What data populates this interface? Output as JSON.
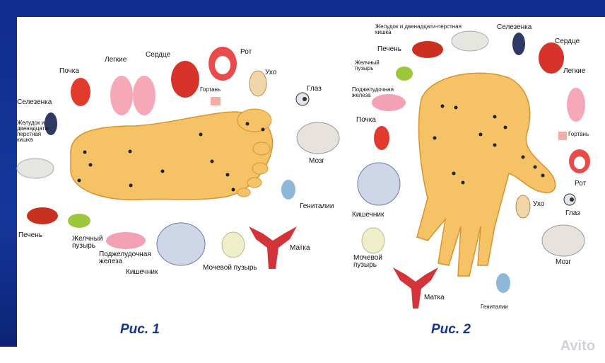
{
  "fig1": {
    "caption": "Рис. 1",
    "labels": {
      "pochka": "Почка",
      "legkie": "Легкие",
      "serdce": "Сердце",
      "rot": "Рот",
      "uho": "Ухо",
      "gortan": "Гортань",
      "glaz": "Глаз",
      "selezenka": "Селезенка",
      "zheludok": "Желудок и двенадцати-перстная кишка",
      "mozg": "Мозг",
      "genitalii": "Гениталии",
      "pechen": "Печень",
      "zhelchny": "Желчный пузырь",
      "podzhel": "Поджелудочная железа",
      "kishechnik": "Кишечник",
      "mochevoy": "Мочевой пузырь",
      "matka": "Матка"
    }
  },
  "fig2": {
    "caption": "Рис. 2",
    "labels": {
      "zheludok": "Желудок и двенадцати-перстная кишка",
      "selezenka": "Селезенка",
      "pechen": "Печень",
      "serdce": "Сердце",
      "zhelchny": "Желчный пузырь",
      "legkie": "Легкие",
      "podzhel": "Поджелудочная железа",
      "pochka": "Почка",
      "gortan": "Гортань",
      "rot": "Рот",
      "kishechnik": "Кишечник",
      "uho": "Ухо",
      "glaz": "Глаз",
      "mochevoy": "Мочевой пузырь",
      "mozg": "Мозг",
      "matka": "Матка",
      "genitalii": "Гениталии"
    }
  },
  "watermark": "Avito",
  "colors": {
    "background": "#14358f",
    "skin": "#f5c266",
    "organ_red": "#e23b2e",
    "caption": "#14358f"
  }
}
